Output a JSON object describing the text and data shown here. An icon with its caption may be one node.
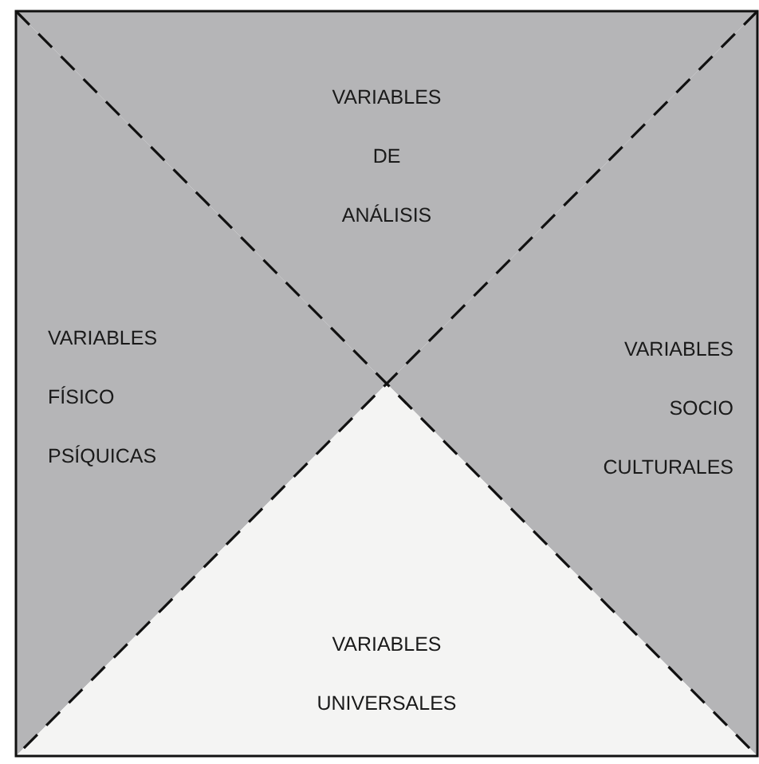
{
  "diagram": {
    "nodes": [
      {
        "text": [
          "VARIABLES DE ANÁLISIS"
        ]
      },
      {
        "text": [
          "VARIABLES FÍSICO PSÍQUICAS"
        ]
      },
      {
        "text": [
          "VARIABLES SOCIO CULTURALES"
        ]
      },
      {
        "text": [
          "VARIABLES UNIVERSALES"
        ]
      }
    ]
  }
}
